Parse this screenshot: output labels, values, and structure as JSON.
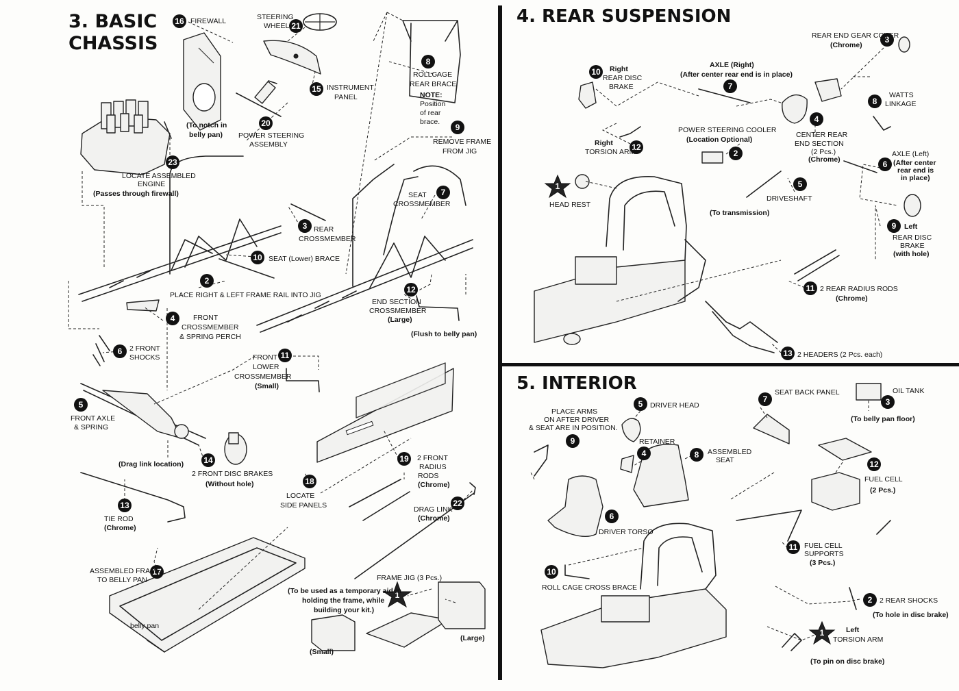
{
  "sections": {
    "basic_chassis": {
      "title_line1": "3. BASIC",
      "title_line2": "CHASSIS",
      "callouts": [
        {
          "num": "16",
          "lines": [
            "FIREWALL"
          ]
        },
        {
          "num": "21",
          "lines": [
            "STEERING",
            "WHEEL"
          ]
        },
        {
          "num": "15",
          "lines": [
            "INSTRUMENT",
            "PANEL"
          ]
        },
        {
          "num": "8",
          "lines": [
            "ROLLCAGE",
            "REAR BRACE"
          ]
        },
        {
          "num": "20",
          "lines": [
            "POWER STEERING",
            "ASSEMBLY"
          ]
        },
        {
          "num": "9",
          "lines": [
            "REMOVE FRAME",
            "FROM JIG"
          ]
        },
        {
          "num": "23",
          "lines": [
            "LOCATE ASSEMBLED",
            "ENGINE",
            "(Passes through firewall)"
          ]
        },
        {
          "num": "7",
          "lines": [
            "SEAT",
            "CROSSMEMBER"
          ]
        },
        {
          "num": "3",
          "lines": [
            "REAR",
            "CROSSMEMBER"
          ]
        },
        {
          "num": "10",
          "lines": [
            "SEAT (Lower) BRACE"
          ]
        },
        {
          "num": "2",
          "lines": [
            "PLACE RIGHT & LEFT FRAME RAIL INTO JIG"
          ]
        },
        {
          "num": "12",
          "lines": [
            "END SECTION",
            "CROSSMEMBER",
            "(Large)"
          ]
        },
        {
          "num": "4",
          "lines": [
            "FRONT",
            "CROSSMEMBER",
            "& SPRING PERCH"
          ]
        },
        {
          "num": "6",
          "lines": [
            "2 FRONT",
            "SHOCKS"
          ]
        },
        {
          "num": "11",
          "lines": [
            "FRONT",
            "LOWER",
            "CROSSMEMBER",
            "(Small)"
          ]
        },
        {
          "num": "5",
          "lines": [
            "FRONT AXLE",
            "& SPRING"
          ]
        },
        {
          "num": "14",
          "lines": [
            "2 FRONT DISC BRAKES",
            "(Without hole)"
          ]
        },
        {
          "num": "19",
          "lines": [
            "2 FRONT",
            "RADIUS",
            "RODS",
            "(Chrome)"
          ]
        },
        {
          "num": "18",
          "lines": [
            "LOCATE",
            "SIDE PANELS"
          ]
        },
        {
          "num": "13",
          "lines": [
            "TIE ROD",
            "(Chrome)"
          ]
        },
        {
          "num": "22",
          "lines": [
            "DRAG LINK",
            "(Chrome)"
          ]
        },
        {
          "num": "17",
          "lines": [
            "ASSEMBLED FRAME",
            "TO BELLY PAN"
          ]
        },
        {
          "num": "1",
          "lines": [
            "FRAME JIG (3 Pcs.)"
          ]
        }
      ],
      "notes": {
        "note_label": "NOTE:",
        "note_text": [
          "Position",
          "of rear",
          "brace."
        ],
        "notch": [
          "(To notch in",
          "belly pan)"
        ],
        "flush": "(Flush to belly pan)",
        "drag_link_location": "(Drag link location)",
        "jig_aid": [
          "(To be used as a temporary aid in",
          "holding the frame, while",
          "building your kit.)"
        ],
        "small": "(Small)",
        "large": "(Large)",
        "belly_pan": "belly pan"
      }
    },
    "rear_suspension": {
      "title": "4. REAR SUSPENSION",
      "callouts": [
        {
          "num": "3",
          "lines": [
            "REAR END GEAR COVER",
            "(Chrome)"
          ]
        },
        {
          "num": "10",
          "lines": [
            "Right",
            "REAR DISC",
            "BRAKE"
          ]
        },
        {
          "num": "7",
          "lines": [
            "AXLE (Right)",
            "(After center rear end is in place)"
          ]
        },
        {
          "num": "8",
          "lines": [
            "WATTS",
            "LINKAGE"
          ]
        },
        {
          "num": "4",
          "lines": [
            "CENTER REAR",
            "END SECTION",
            "(2 Pcs.)",
            "(Chrome)"
          ]
        },
        {
          "num": "12",
          "lines": [
            "Right",
            "TORSION ARM"
          ]
        },
        {
          "num": "2",
          "lines": [
            "POWER STEERING COOLER",
            "(Location Optional)"
          ]
        },
        {
          "num": "6",
          "lines": [
            "AXLE (Left)",
            "(After center",
            "rear end is",
            "in place)"
          ]
        },
        {
          "num": "1",
          "lines": [
            "HEAD REST"
          ]
        },
        {
          "num": "5",
          "lines": [
            "DRIVESHAFT",
            "(To transmission)"
          ]
        },
        {
          "num": "9",
          "lines": [
            "Left",
            "REAR DISC",
            "BRAKE",
            "(with hole)"
          ]
        },
        {
          "num": "11",
          "lines": [
            "2 REAR RADIUS RODS",
            "(Chrome)"
          ]
        },
        {
          "num": "13",
          "lines": [
            "2 HEADERS (2 Pcs. each)"
          ]
        }
      ]
    },
    "interior": {
      "title": "5. INTERIOR",
      "callouts": [
        {
          "num": "5",
          "lines": [
            "DRIVER HEAD"
          ]
        },
        {
          "num": "7",
          "lines": [
            "SEAT BACK PANEL"
          ]
        },
        {
          "num": "3",
          "lines": [
            "OIL TANK",
            "(To belly pan floor)"
          ]
        },
        {
          "num": "9",
          "lines": [
            "PLACE ARMS",
            "ON AFTER DRIVER",
            "& SEAT ARE IN POSITION."
          ]
        },
        {
          "num": "4",
          "lines": [
            "RETAINER"
          ]
        },
        {
          "num": "8",
          "lines": [
            "ASSEMBLED",
            "SEAT"
          ]
        },
        {
          "num": "12",
          "lines": [
            "FUEL CELL",
            "(2 Pcs.)"
          ]
        },
        {
          "num": "6",
          "lines": [
            "DRIVER TORSO"
          ]
        },
        {
          "num": "11",
          "lines": [
            "FUEL CELL",
            "SUPPORTS",
            "(3 Pcs.)"
          ]
        },
        {
          "num": "10",
          "lines": [
            "ROLL CAGE CROSS BRACE"
          ]
        },
        {
          "num": "2",
          "lines": [
            "2 REAR SHOCKS",
            "(To hole in disc brake)"
          ]
        },
        {
          "num": "1",
          "lines": [
            "Left",
            "TORSION ARM",
            "(To pin on disc brake)"
          ]
        }
      ]
    }
  }
}
